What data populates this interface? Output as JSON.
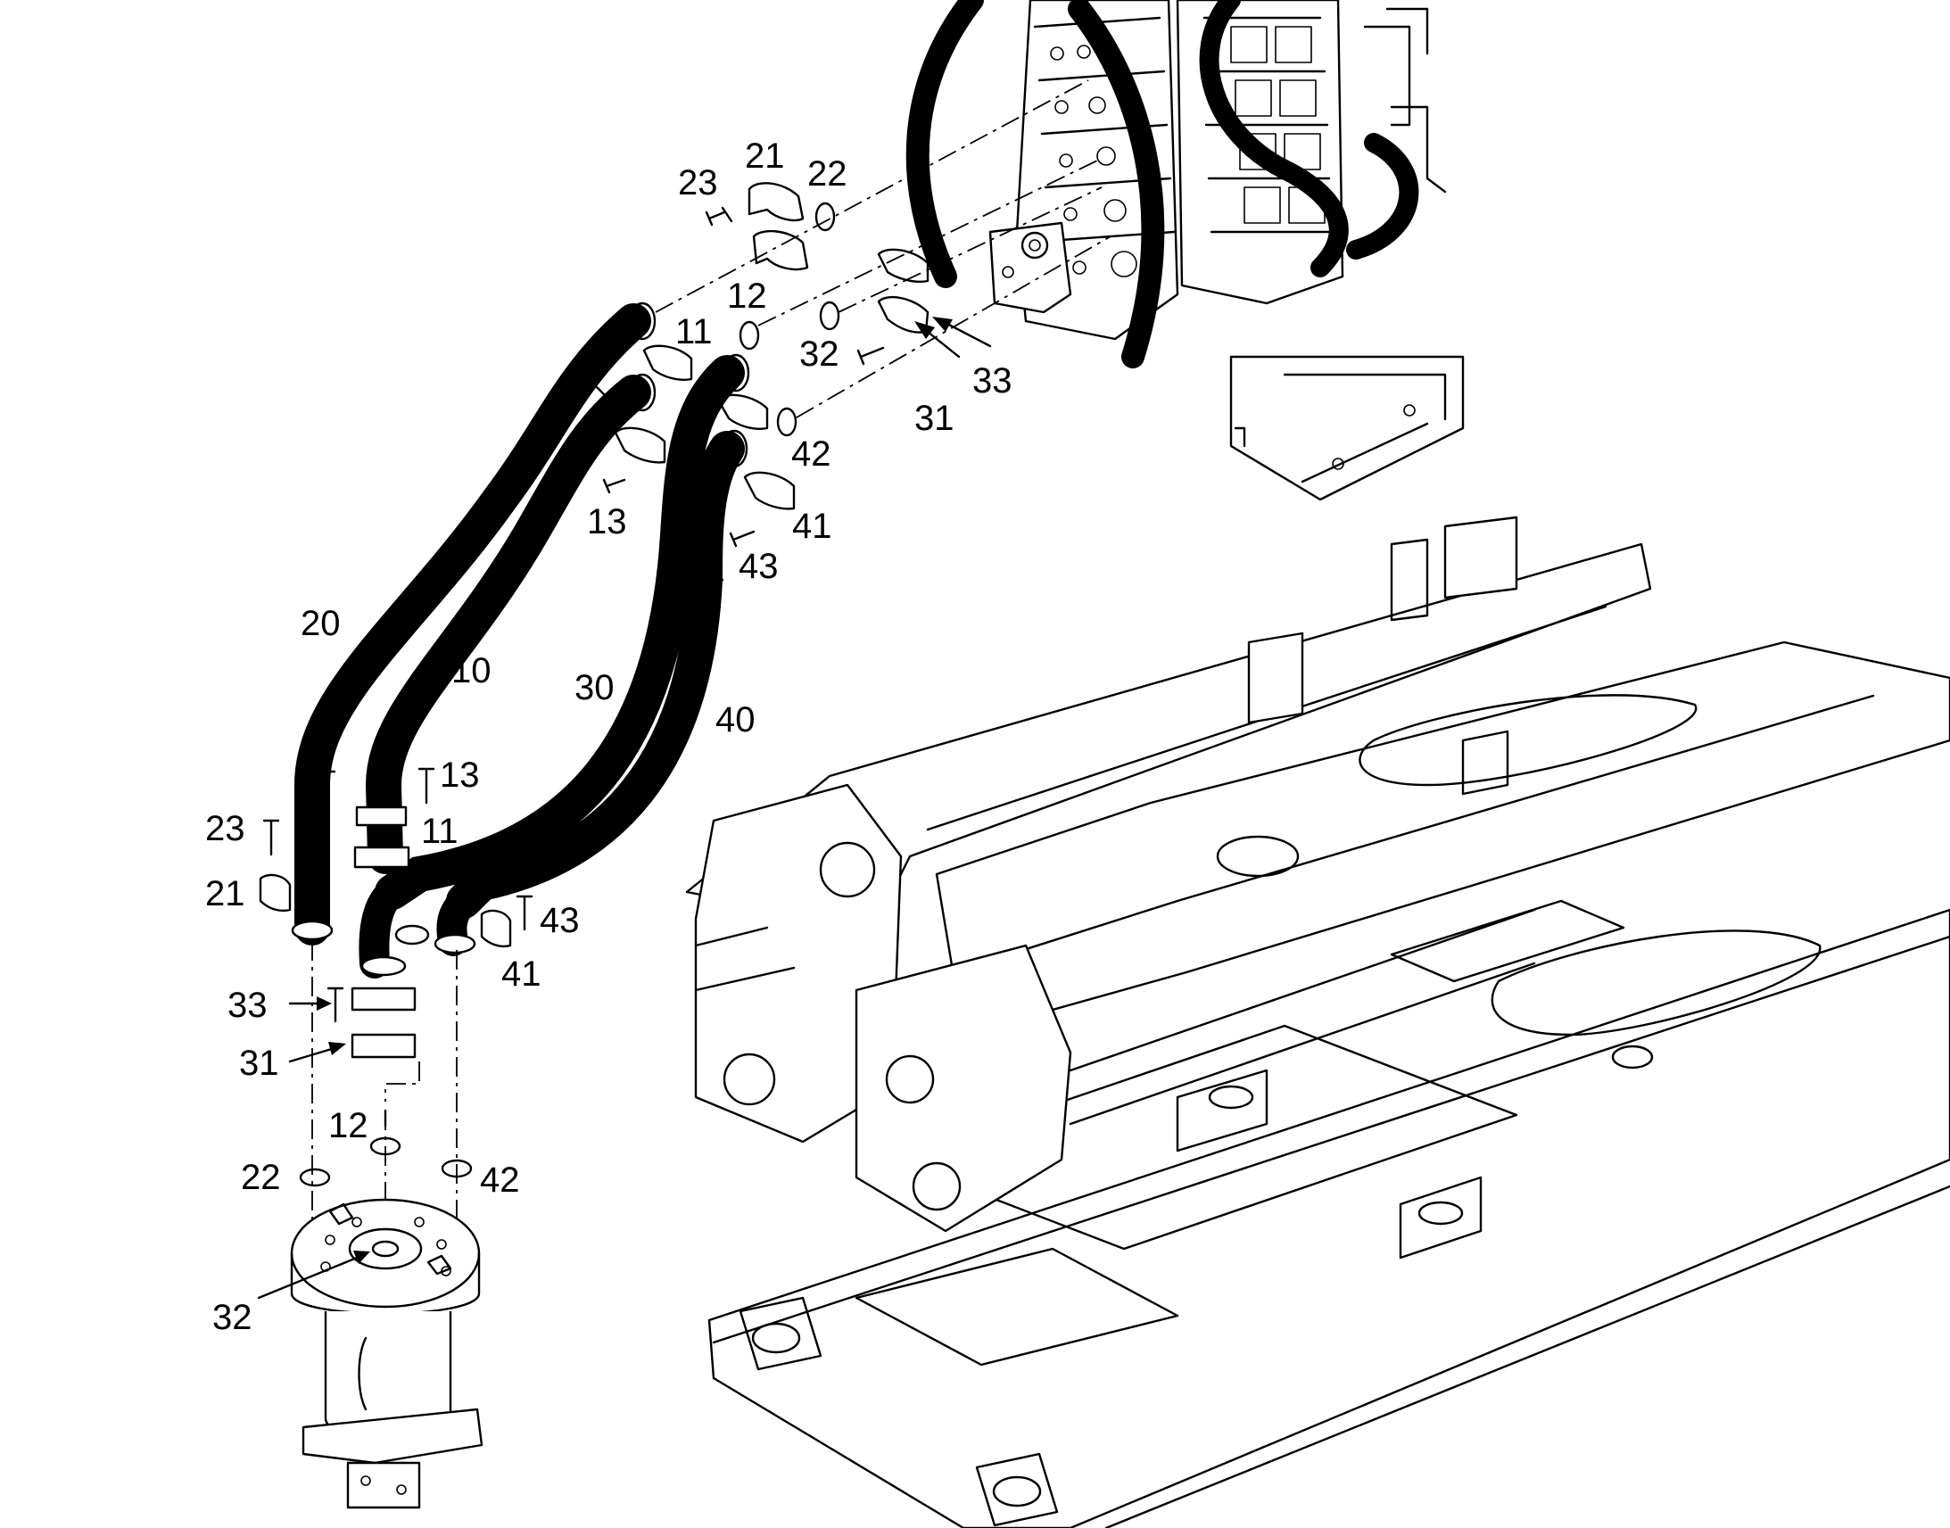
{
  "callouts": [
    {
      "id": "c23a",
      "text": "23"
    },
    {
      "id": "c21a",
      "text": "21"
    },
    {
      "id": "c22a",
      "text": "22"
    },
    {
      "id": "c12a",
      "text": "12"
    },
    {
      "id": "c11a",
      "text": "11"
    },
    {
      "id": "c32a",
      "text": "32"
    },
    {
      "id": "c33a",
      "text": "33"
    },
    {
      "id": "c31a",
      "text": "31"
    },
    {
      "id": "c42a",
      "text": "42"
    },
    {
      "id": "c13a",
      "text": "13"
    },
    {
      "id": "c41a",
      "text": "41"
    },
    {
      "id": "c43a",
      "text": "43"
    },
    {
      "id": "c20",
      "text": "20"
    },
    {
      "id": "c10",
      "text": "10"
    },
    {
      "id": "c30",
      "text": "30"
    },
    {
      "id": "c40",
      "text": "40"
    },
    {
      "id": "c13b",
      "text": "13"
    },
    {
      "id": "c23b",
      "text": "23"
    },
    {
      "id": "c11b",
      "text": "11"
    },
    {
      "id": "c21b",
      "text": "21"
    },
    {
      "id": "c43b",
      "text": "43"
    },
    {
      "id": "c41b",
      "text": "41"
    },
    {
      "id": "c33b",
      "text": "33"
    },
    {
      "id": "c31b",
      "text": "31"
    },
    {
      "id": "c12b",
      "text": "12"
    },
    {
      "id": "c22b",
      "text": "22"
    },
    {
      "id": "c42b",
      "text": "42"
    },
    {
      "id": "c32b",
      "text": "32"
    }
  ]
}
